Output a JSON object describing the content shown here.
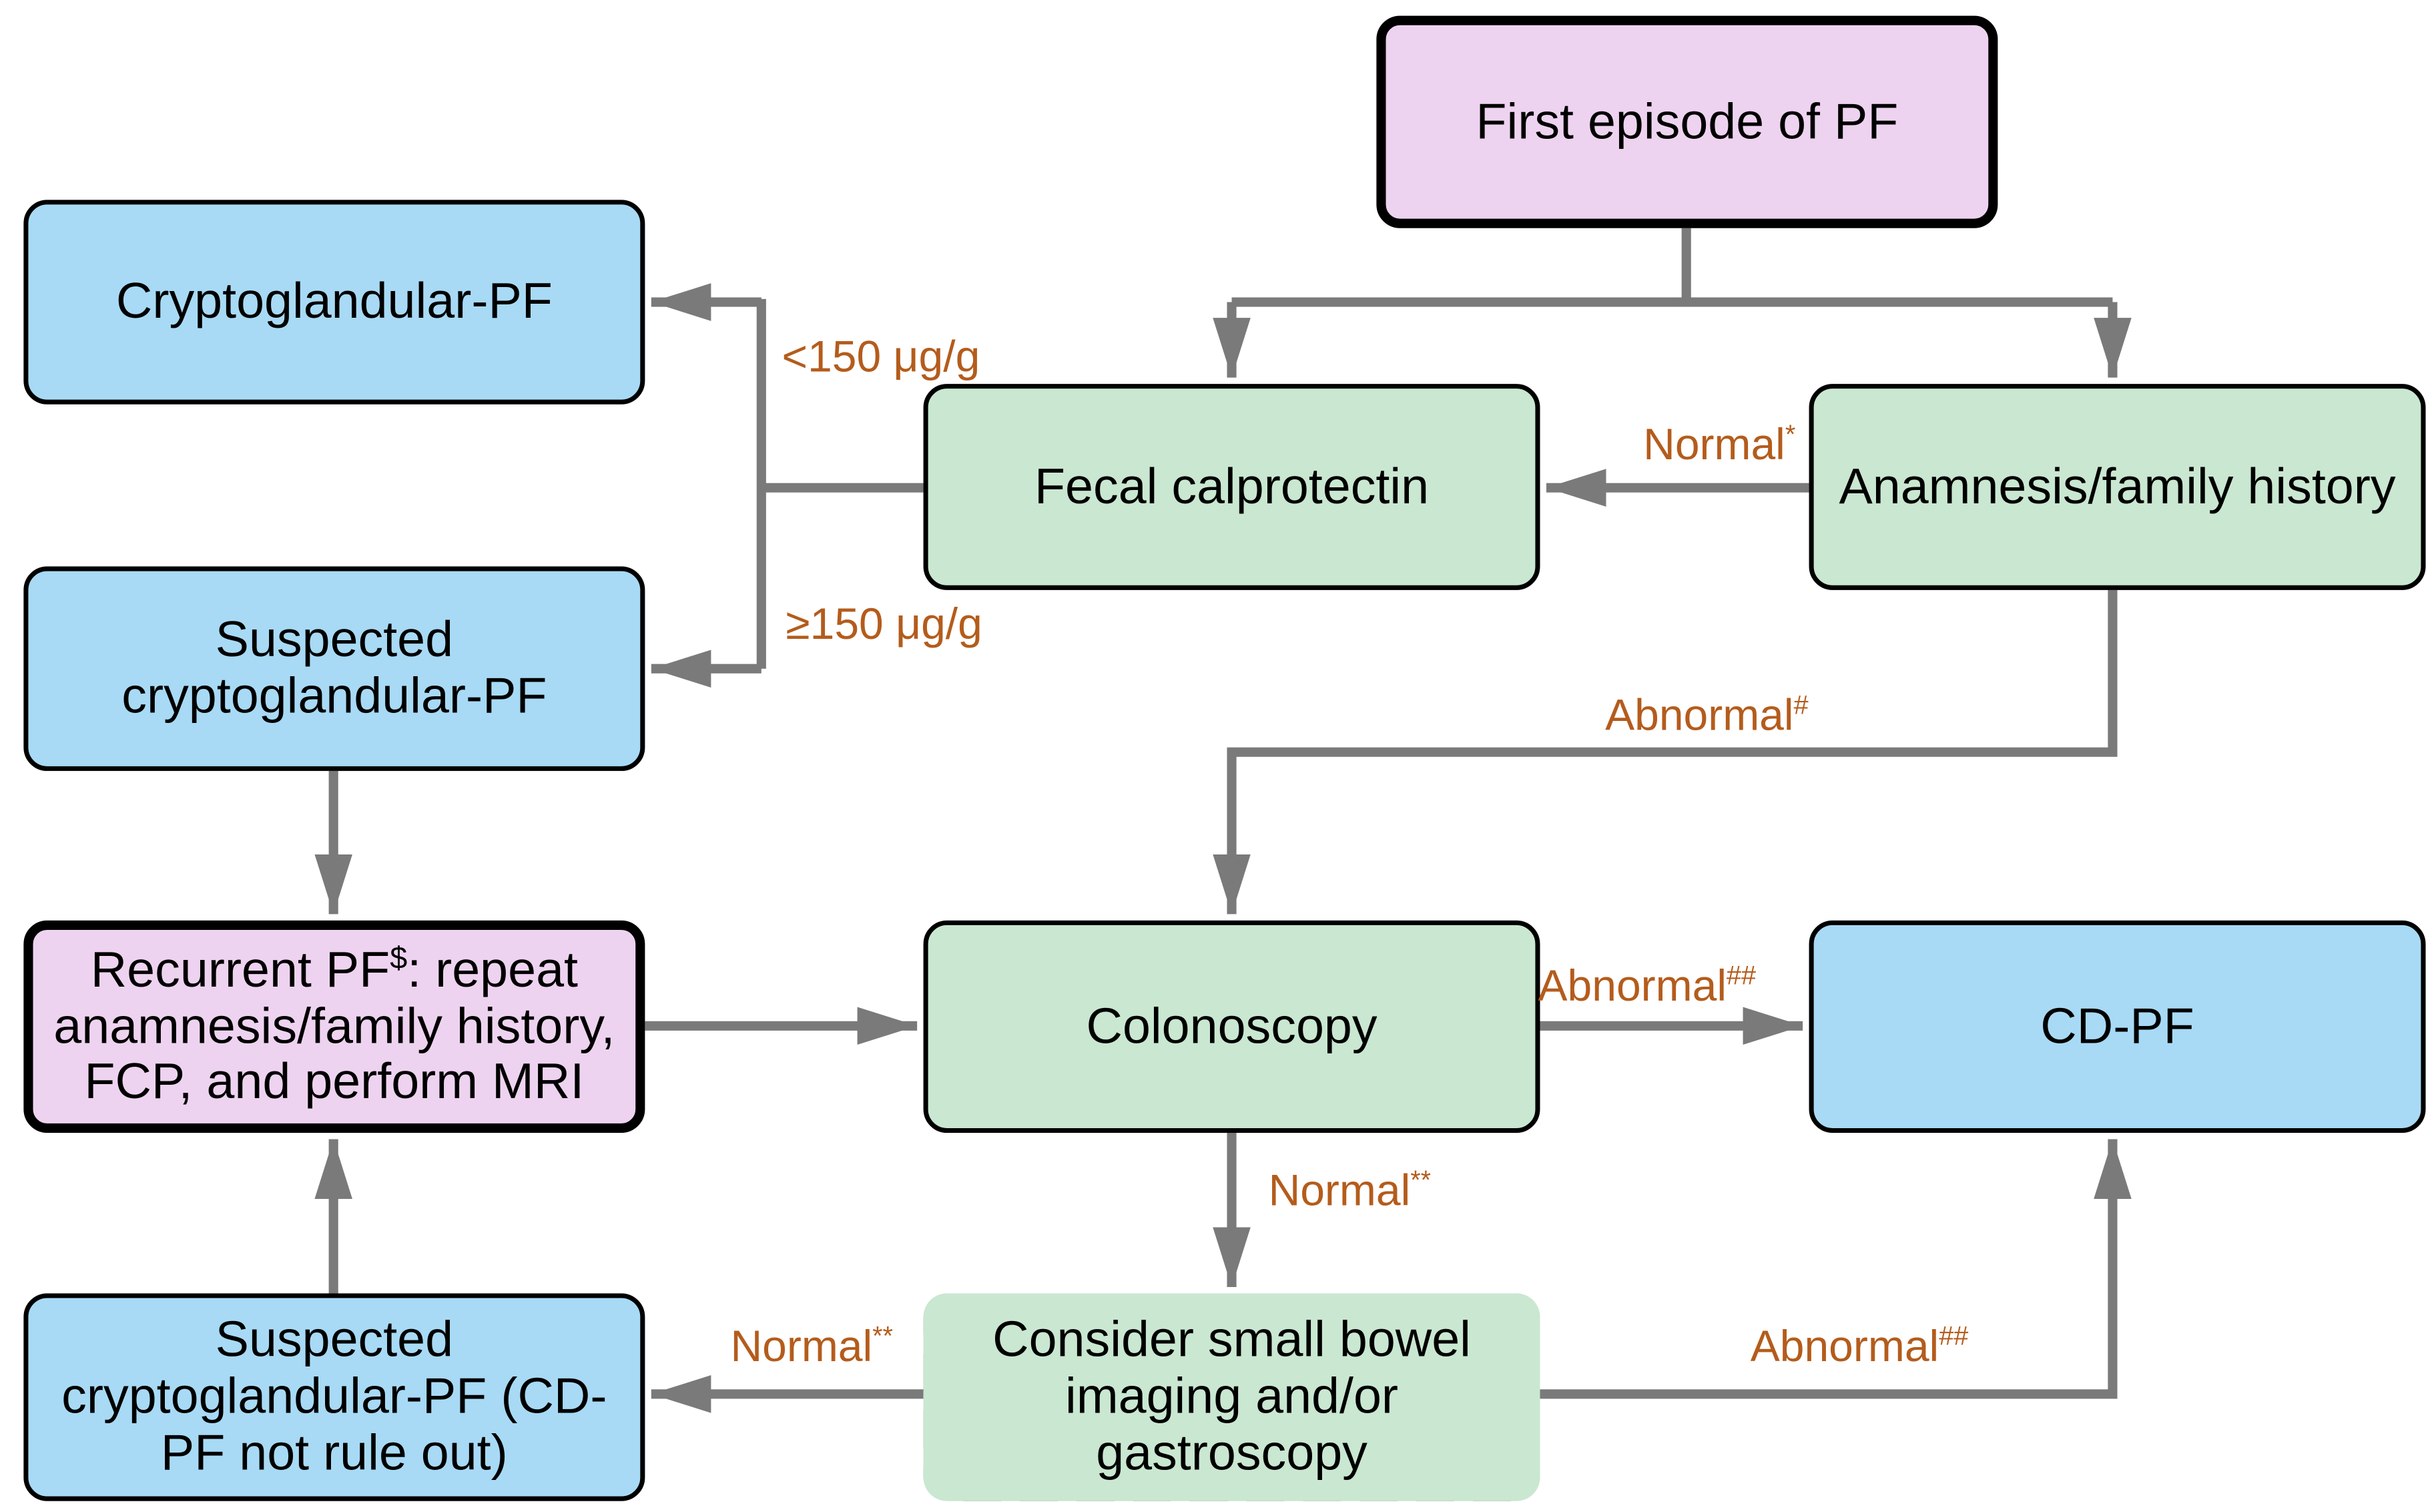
{
  "diagram": {
    "description": "Diagnostic flowchart for first episode of perianal fistula (PF)",
    "colors": {
      "node_pink": "#eed3f0",
      "node_blue": "#a8daf5",
      "node_green": "#c9e7d1",
      "border_black": "#000000",
      "arrow_gray": "#7a7a7a",
      "label_orange": "#b45c1c"
    },
    "nodes": {
      "first_episode": {
        "label": "First episode of PF"
      },
      "cryptoglandular": {
        "label": "Cryptoglandular-PF"
      },
      "fecal_calprotectin": {
        "label": "Fecal calprotectin"
      },
      "anamnesis": {
        "label": "Anamnesis/family history"
      },
      "suspected_cryptoglandular": {
        "label": "Suspected cryptoglandular-PF"
      },
      "recurrent": {
        "label_pre": "Recurrent PF",
        "label_sup": "$",
        "label_post": ": repeat anamnesis/family history, FCP, and perform MRI"
      },
      "colonoscopy": {
        "label": "Colonoscopy"
      },
      "cd_pf": {
        "label": "CD-PF"
      },
      "suspected_cd_not_ruled_out": {
        "label": "Suspected cryptoglandular-PF (CD-PF not rule out)"
      },
      "small_bowel": {
        "label": "Consider small bowel imaging and/or gastroscopy"
      }
    },
    "edge_labels": {
      "fcp_low": {
        "text": "<150 μg/g",
        "sup": ""
      },
      "fcp_high": {
        "text": "≥150 μg/g",
        "sup": ""
      },
      "normal_anamnesis": {
        "text": "Normal",
        "sup": "*"
      },
      "abnormal_anamnesis": {
        "text": "Abnormal",
        "sup": "#"
      },
      "abnormal_colonoscopy": {
        "text": "Abnormal",
        "sup": "##"
      },
      "normal_colonoscopy": {
        "text": "Normal",
        "sup": "**"
      },
      "normal_imaging": {
        "text": "Normal",
        "sup": "**"
      },
      "abnormal_imaging": {
        "text": "Abnormal",
        "sup": "##"
      }
    }
  }
}
